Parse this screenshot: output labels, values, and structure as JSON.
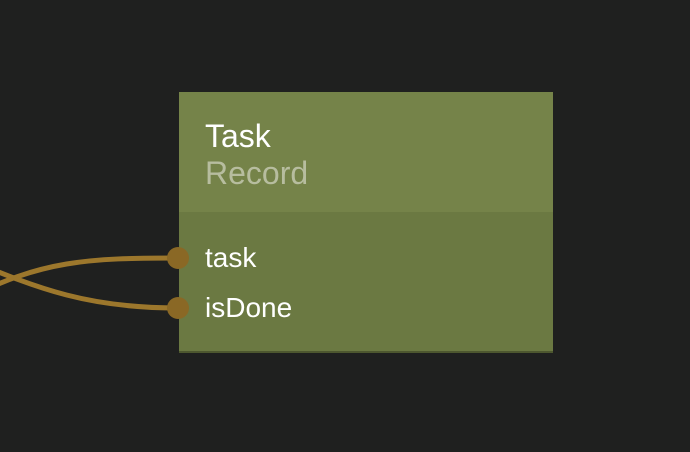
{
  "colors": {
    "canvas-bg": "#1f201f",
    "node-header": "#758349",
    "node-body": "#6b7942",
    "node-title": "#ffffff",
    "node-subtitle": "#b7bd9f",
    "port-label": "#ffffff",
    "wire": "#9c772c",
    "socket": "#8a6825"
  },
  "editor": {
    "type": "node-graph-canvas"
  },
  "node": {
    "title": "Task",
    "subtitle": "Record",
    "inputs": [
      {
        "label": "task"
      },
      {
        "label": "isDone"
      }
    ]
  },
  "connections": [
    {
      "to": "task",
      "from": "off-screen-left"
    },
    {
      "to": "isDone",
      "from": "off-screen-left"
    }
  ]
}
